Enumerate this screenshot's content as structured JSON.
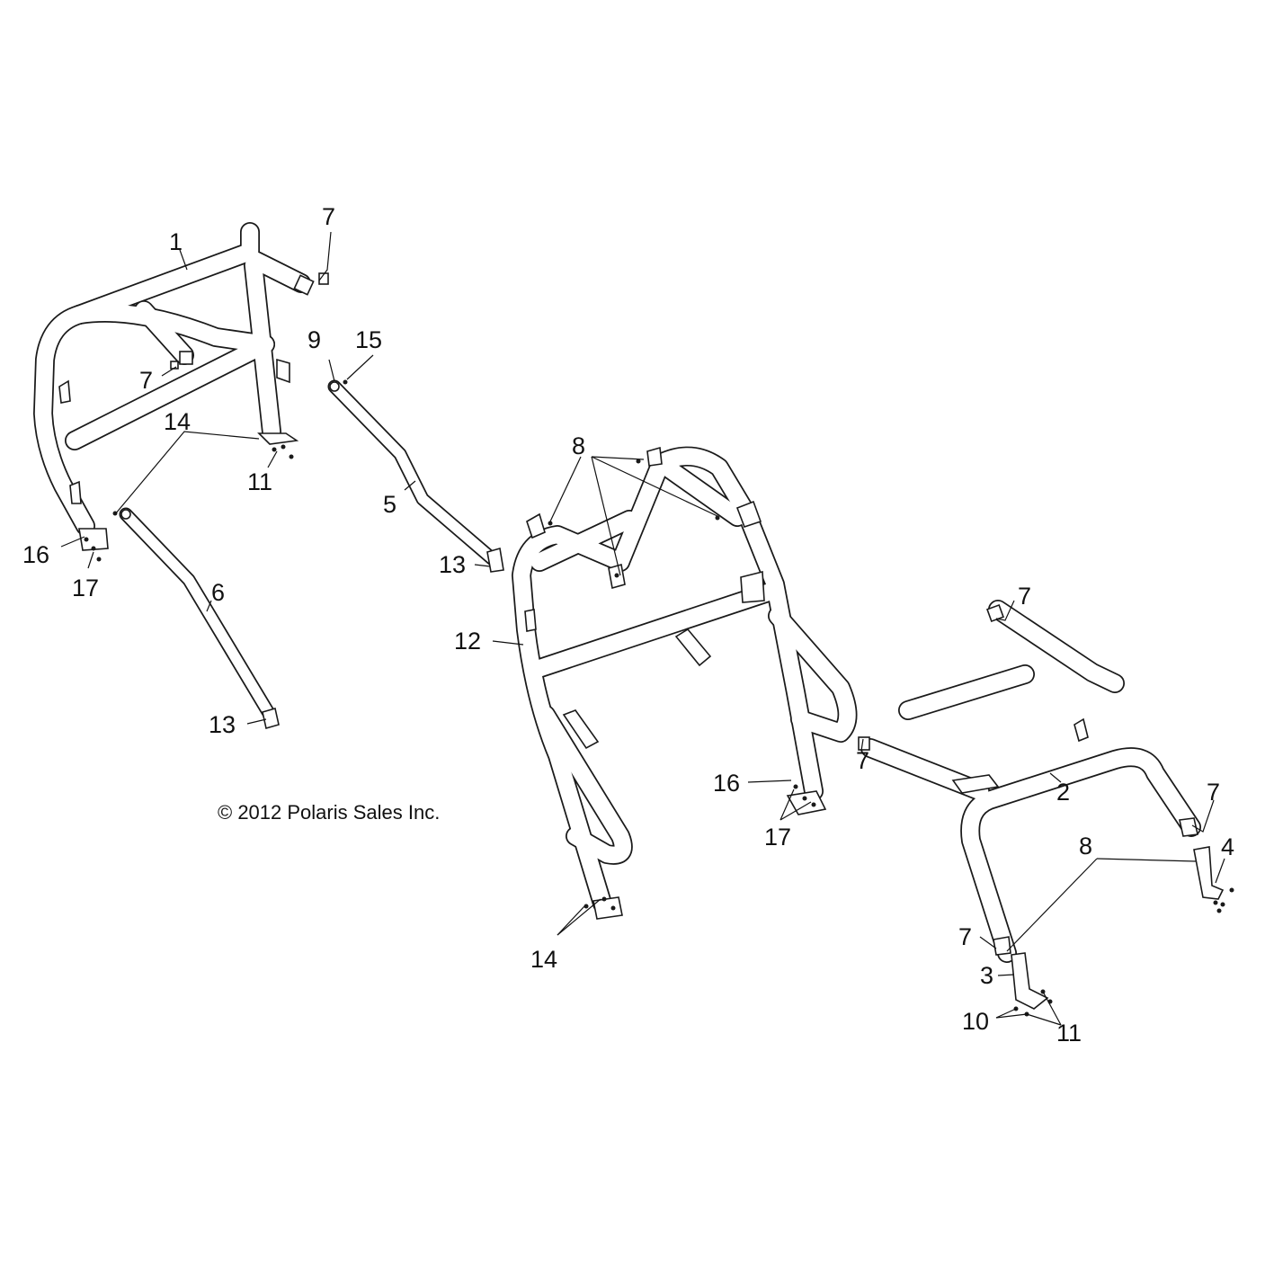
{
  "copyright": "© 2012 Polaris Sales Inc.",
  "callouts": [
    {
      "id": "c1",
      "label": "1"
    },
    {
      "id": "c7a",
      "label": "7"
    },
    {
      "id": "c7b",
      "label": "7"
    },
    {
      "id": "c9",
      "label": "9"
    },
    {
      "id": "c15",
      "label": "15"
    },
    {
      "id": "c14a",
      "label": "14"
    },
    {
      "id": "c11a",
      "label": "11"
    },
    {
      "id": "c16a",
      "label": "16"
    },
    {
      "id": "c17a",
      "label": "17"
    },
    {
      "id": "c5",
      "label": "5"
    },
    {
      "id": "c6",
      "label": "6"
    },
    {
      "id": "c13a",
      "label": "13"
    },
    {
      "id": "c13b",
      "label": "13"
    },
    {
      "id": "c8a",
      "label": "8"
    },
    {
      "id": "c12",
      "label": "12"
    },
    {
      "id": "c16b",
      "label": "16"
    },
    {
      "id": "c17b",
      "label": "17"
    },
    {
      "id": "c14b",
      "label": "14"
    },
    {
      "id": "c7c",
      "label": "7"
    },
    {
      "id": "c7d",
      "label": "7"
    },
    {
      "id": "c2",
      "label": "2"
    },
    {
      "id": "c7e",
      "label": "7"
    },
    {
      "id": "c8b",
      "label": "8"
    },
    {
      "id": "c4",
      "label": "4"
    },
    {
      "id": "c7f",
      "label": "7"
    },
    {
      "id": "c3",
      "label": "3"
    },
    {
      "id": "c10",
      "label": "10"
    },
    {
      "id": "c11b",
      "label": "11"
    }
  ]
}
